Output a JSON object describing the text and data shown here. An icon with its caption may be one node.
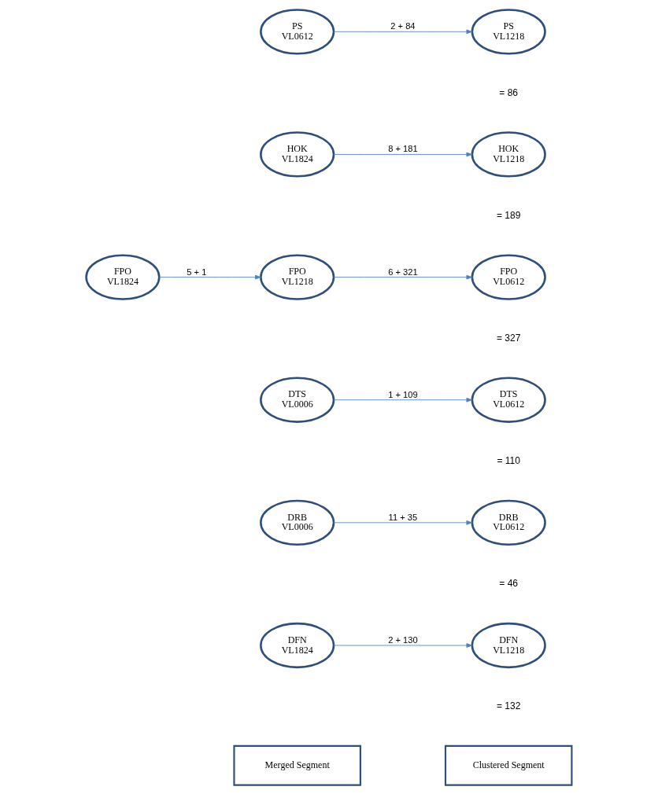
{
  "diagram": {
    "nodes": [
      {
        "text": [
          "Merged Segment"
        ]
      },
      {
        "text": [
          "Clustered Segment"
        ]
      },
      {
        "text": [
          "DFN",
          "VL1824"
        ]
      },
      {
        "text": [
          "DFN",
          "VL1218"
        ],
        "beside": [
          "= 132"
        ]
      },
      {
        "text": [
          "DRB",
          "VL0006"
        ]
      },
      {
        "text": [
          "DRB",
          "VL0612"
        ],
        "beside": [
          "= 46"
        ]
      },
      {
        "text": [
          "DTS",
          "VL0006"
        ]
      },
      {
        "text": [
          "DTS",
          "VL0612"
        ],
        "beside": [
          "= 110"
        ]
      },
      {
        "text": [
          "FPO",
          "VL1824"
        ]
      },
      {
        "text": [
          "FPO",
          "VL1218"
        ]
      },
      {
        "text": [
          "FPO",
          "VL0612"
        ],
        "beside": [
          "= 327"
        ]
      },
      {
        "text": [
          "HOK",
          "VL1824"
        ]
      },
      {
        "text": [
          "HOK",
          "VL1218"
        ],
        "beside": [
          "= 189"
        ]
      },
      {
        "text": [
          "PS",
          "VL0612"
        ]
      },
      {
        "text": [
          "PS",
          "VL1218"
        ],
        "beside": [
          "= 86"
        ]
      }
    ],
    "edges": [
      {
        "from": 2,
        "to": 3,
        "arrow": "to",
        "label": "2 + 130"
      },
      {
        "from": 4,
        "to": 5,
        "arrow": "to",
        "label": "11 + 35"
      },
      {
        "from": 6,
        "to": 7,
        "arrow": "to",
        "label": "1 + 109"
      },
      {
        "from": 8,
        "to": 9,
        "arrow": "to",
        "label": "5 + 1"
      },
      {
        "from": 9,
        "to": 10,
        "arrow": "to",
        "label": "6 + 321"
      },
      {
        "from": 11,
        "to": 12,
        "arrow": "to",
        "label": "8 + 181"
      },
      {
        "from": 13,
        "to": 14,
        "arrow": "to",
        "label": "2 + 84"
      }
    ]
  }
}
